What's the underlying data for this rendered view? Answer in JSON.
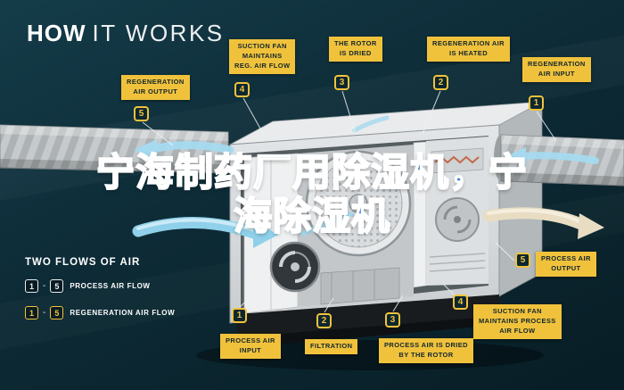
{
  "title": {
    "bold": "HOW",
    "light": "IT WORKS"
  },
  "watermark": {
    "line1": "宁海制药厂用除湿机，宁",
    "line2": "海除湿机"
  },
  "callouts": [
    {
      "number": "5",
      "label": "REGENERATION\nAIR OUTPUT",
      "flow": "regeneration"
    },
    {
      "number": "4",
      "label": "SUCTION FAN\nMAINTAINS\nREG. AIR FLOW",
      "flow": "regeneration"
    },
    {
      "number": "3",
      "label": "THE ROTOR\nIS DRIED",
      "flow": "regeneration"
    },
    {
      "number": "2",
      "label": "REGENERATION AIR\nIS HEATED",
      "flow": "regeneration"
    },
    {
      "number": "1",
      "label": "REGENERATION\nAIR INPUT",
      "flow": "regeneration"
    },
    {
      "number": "5",
      "label": "PROCESS AIR\nOUTPUT",
      "flow": "process"
    },
    {
      "number": "4",
      "label": "SUCTION FAN\nMAINTAINS PROCESS\nAIR FLOW",
      "flow": "process"
    },
    {
      "number": "3",
      "label": "PROCESS AIR IS DRIED\nBY THE ROTOR",
      "flow": "process"
    },
    {
      "number": "2",
      "label": "FILTRATION",
      "flow": "process"
    },
    {
      "number": "1",
      "label": "PROCESS AIR\nINPUT",
      "flow": "process"
    }
  ],
  "legend": {
    "heading": "TWO FLOWS OF AIR",
    "rows": [
      {
        "start": "1",
        "dash": "-",
        "end": "5",
        "label": "PROCESS AIR FLOW",
        "style": "process"
      },
      {
        "start": "1",
        "dash": "-",
        "end": "5",
        "label": "REGENERATION AIR FLOW",
        "style": "regeneration"
      }
    ]
  },
  "colors": {
    "background": "#0d2b36",
    "label_yellow": "#f0c23c",
    "badge_yellow": "#f0c23c",
    "legend_process_white": "#e9edef",
    "flow_blue": "#8fd0ea",
    "flow_cream": "#e8ddc3",
    "watermark_blue": "#3b7ed6",
    "label_text_dark": "#13262e"
  }
}
